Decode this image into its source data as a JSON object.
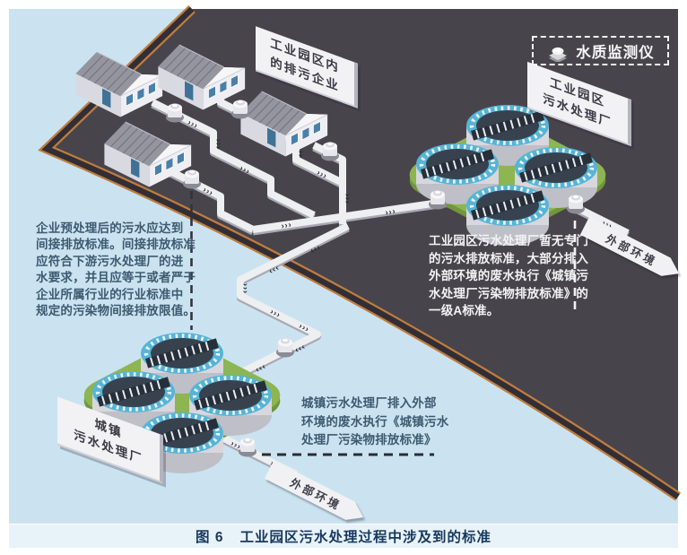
{
  "palette": {
    "background_blue": "#cbe3f0",
    "park_ground": "#48444b",
    "road_orange": "#bf7d3f",
    "platform_green": "#8db551",
    "tank_rim_blue": "#56b4d6",
    "tank_top_dark": "#38424f",
    "pipe_light": "#edeff1",
    "annotation_dark_text": "#3d5a70",
    "annotation_light_text": "#f3f3f5",
    "caption_text": "#17395e"
  },
  "legend": {
    "label": "水质监测仪",
    "icon": "water-quality-monitor-icon"
  },
  "signs": {
    "enterprises": {
      "line1": "工业园区内",
      "line2": "的排污企业"
    },
    "industrial_wwtp": {
      "line1": "工业园区",
      "line2": "污水处理厂"
    },
    "urban_wwtp": {
      "line1": "城镇",
      "line2": "污水处理厂"
    }
  },
  "annotations": {
    "indirect_discharge": {
      "lines": [
        "企业预处理后的污水应达到",
        "间接排放标准。间接排放标准",
        "应符合下游污水处理厂的进",
        "水要求，并且应等于或者严于",
        "企业所属行业的行业标准中",
        "规定的污染物间接排放限值。"
      ]
    },
    "industrial_wwtp_note": {
      "lines": [
        "工业园区污水处理厂暂无专门",
        "的污水排放标准，大部分排入",
        "外部环境的废水执行《城镇污",
        "水处理厂污染物排放标准》的",
        "一级A标准。"
      ]
    },
    "urban_wwtp_note": {
      "lines": [
        "城镇污水处理厂排入外部",
        "环境的废水执行《城镇污水",
        "处理厂污染物排放标准》"
      ]
    }
  },
  "pipe_labels": {
    "external_env_industrial": "外部环境",
    "external_env_urban": "外部环境"
  },
  "markers": {
    "chevron": "›››"
  },
  "caption": {
    "figure_label": "图 6",
    "title": "工业园区污水处理过程中涉及到的标准"
  }
}
